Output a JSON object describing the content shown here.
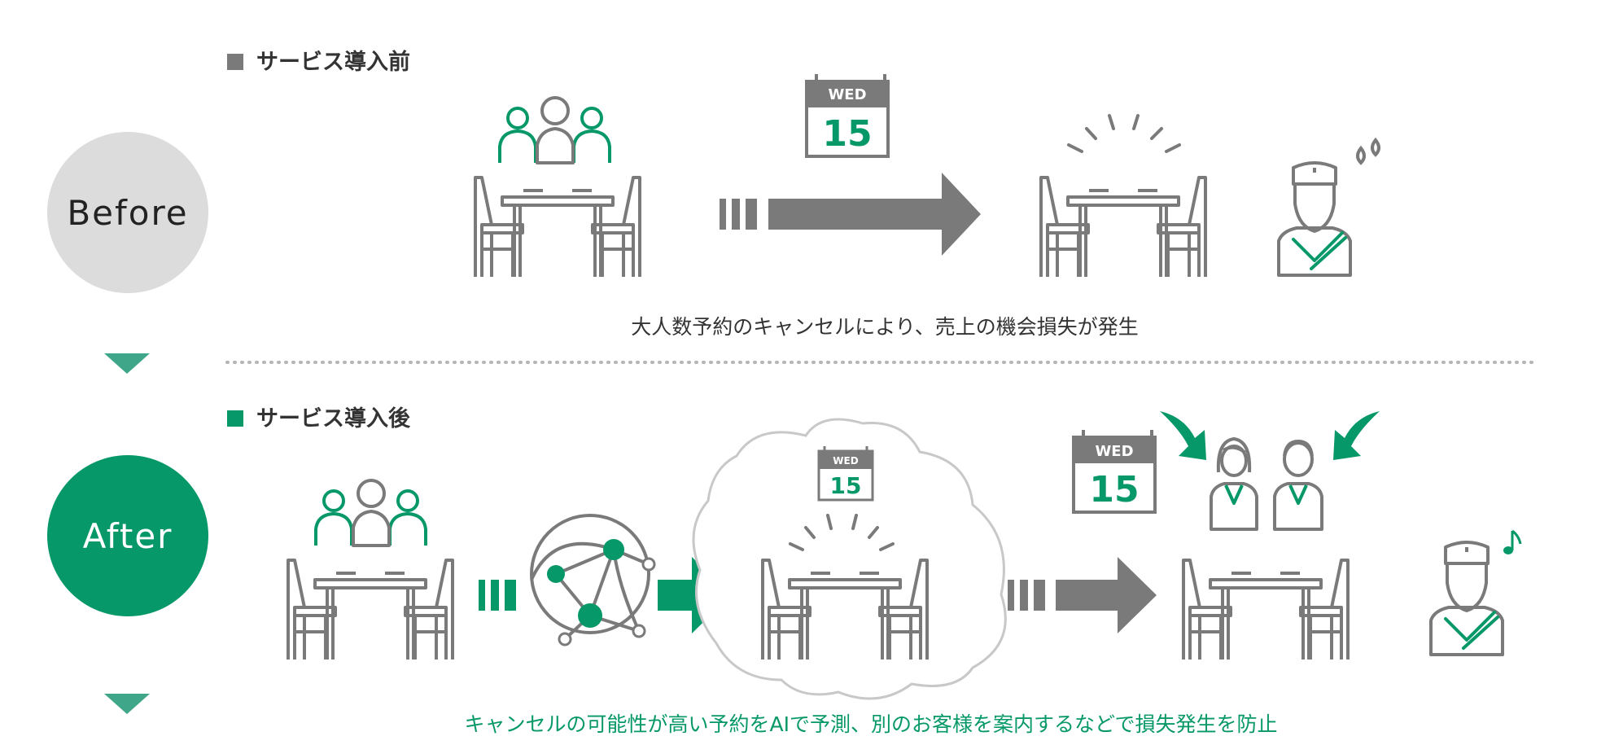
{
  "before": {
    "heading": "サービス導入前",
    "badge": "Before",
    "calendar": {
      "day": "WED",
      "date": "15"
    },
    "caption": "大人数予約のキャンセルにより、売上の機会損失が発生"
  },
  "after": {
    "heading": "サービス導入後",
    "badge": "After",
    "calendar_small": {
      "day": "WED",
      "date": "15"
    },
    "calendar_large": {
      "day": "WED",
      "date": "15"
    },
    "caption": "キャンセルの可能性が高い予約をAIで予測、別のお客様を案内するなどで損失発生を防止"
  },
  "colors": {
    "green": "#079869",
    "gray": "#7a7a7a",
    "light_gray_circle": "#dcdcdc",
    "text": "#333333"
  },
  "icons": [
    "group-icon",
    "table-chairs-icon",
    "calendar-icon",
    "arrow-icon",
    "chef-icon",
    "network-ai-icon",
    "cloud-icon",
    "woman-icon",
    "man-icon",
    "music-note-icon",
    "sweat-drops-icon",
    "pointer-arrow-icon",
    "down-triangle-icon"
  ]
}
